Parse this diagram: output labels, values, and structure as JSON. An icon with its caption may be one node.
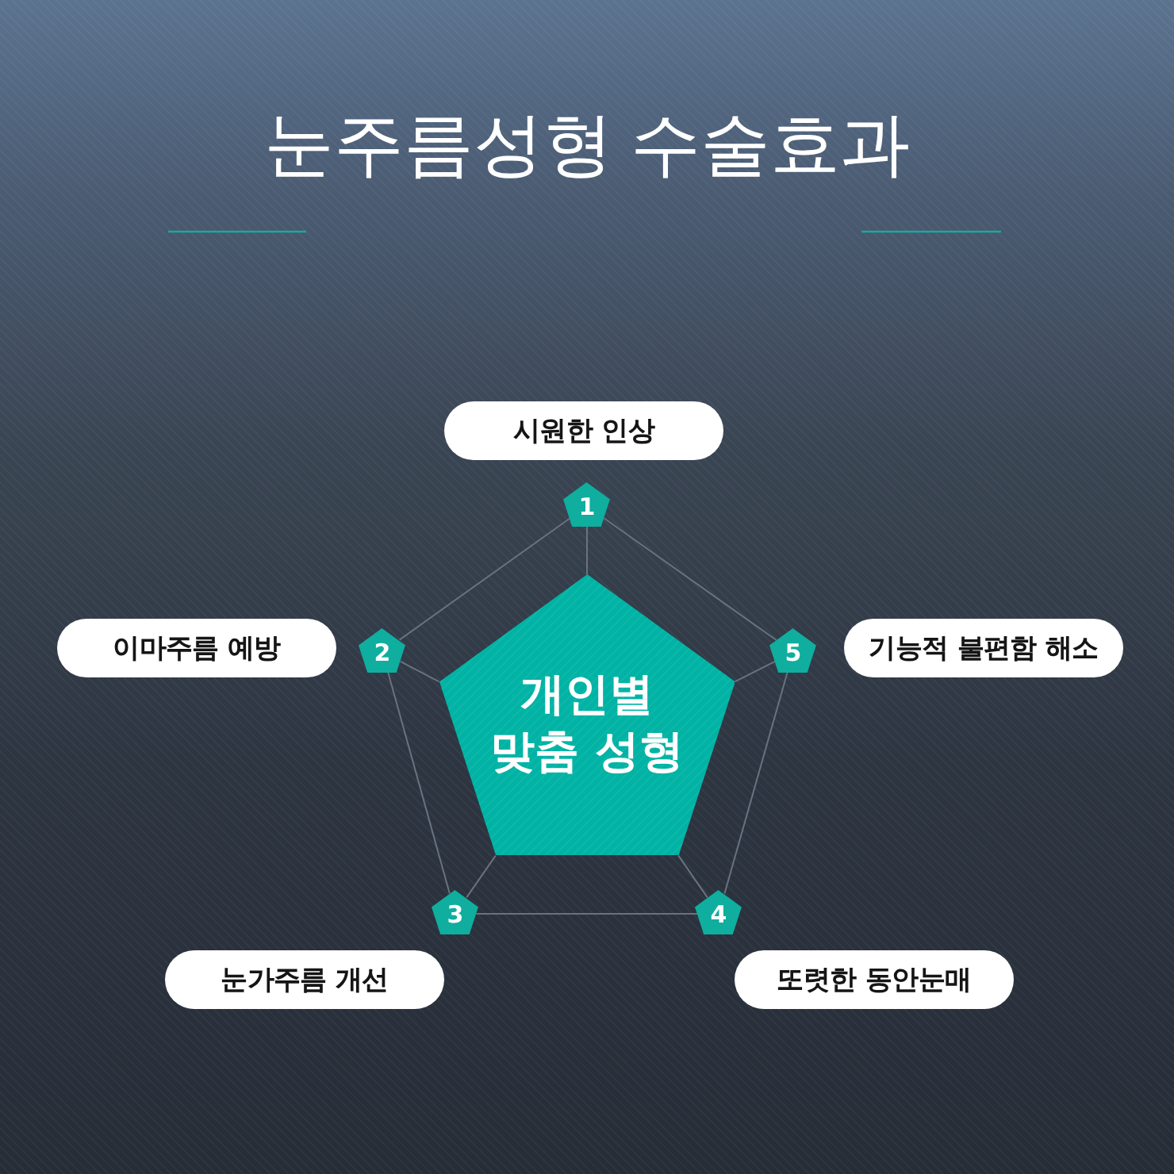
{
  "diagram": {
    "title": "눈주름성형 수술효과",
    "nodes": [
      {
        "text": [
          "시원한 인상"
        ]
      },
      {
        "text": [
          "1"
        ]
      },
      {
        "text": [
          "이마주름 예방"
        ]
      },
      {
        "text": [
          "2"
        ]
      },
      {
        "text": [
          "5"
        ]
      },
      {
        "text": [
          "기능적 불편함 해소"
        ]
      },
      {
        "text": [
          "개인별 맞춤 성형"
        ]
      },
      {
        "text": [
          "3"
        ]
      },
      {
        "text": [
          "4"
        ]
      },
      {
        "text": [
          "눈가주름 개선"
        ]
      },
      {
        "text": [
          "또렷한 동안눈매"
        ]
      }
    ],
    "edges": [
      {
        "from": 1,
        "to": 3,
        "arrow": "none"
      },
      {
        "from": 3,
        "to": 7,
        "arrow": "none"
      },
      {
        "from": 7,
        "to": 8,
        "arrow": "none"
      },
      {
        "from": 8,
        "to": 4,
        "arrow": "none"
      },
      {
        "from": 4,
        "to": 1,
        "arrow": "none"
      },
      {
        "from": 1,
        "to": 6,
        "arrow": "none"
      },
      {
        "from": 3,
        "to": 6,
        "arrow": "none"
      },
      {
        "from": 4,
        "to": 6,
        "arrow": "none"
      },
      {
        "from": 7,
        "to": 6,
        "arrow": "none"
      },
      {
        "from": 8,
        "to": 6,
        "arrow": "none"
      }
    ]
  }
}
